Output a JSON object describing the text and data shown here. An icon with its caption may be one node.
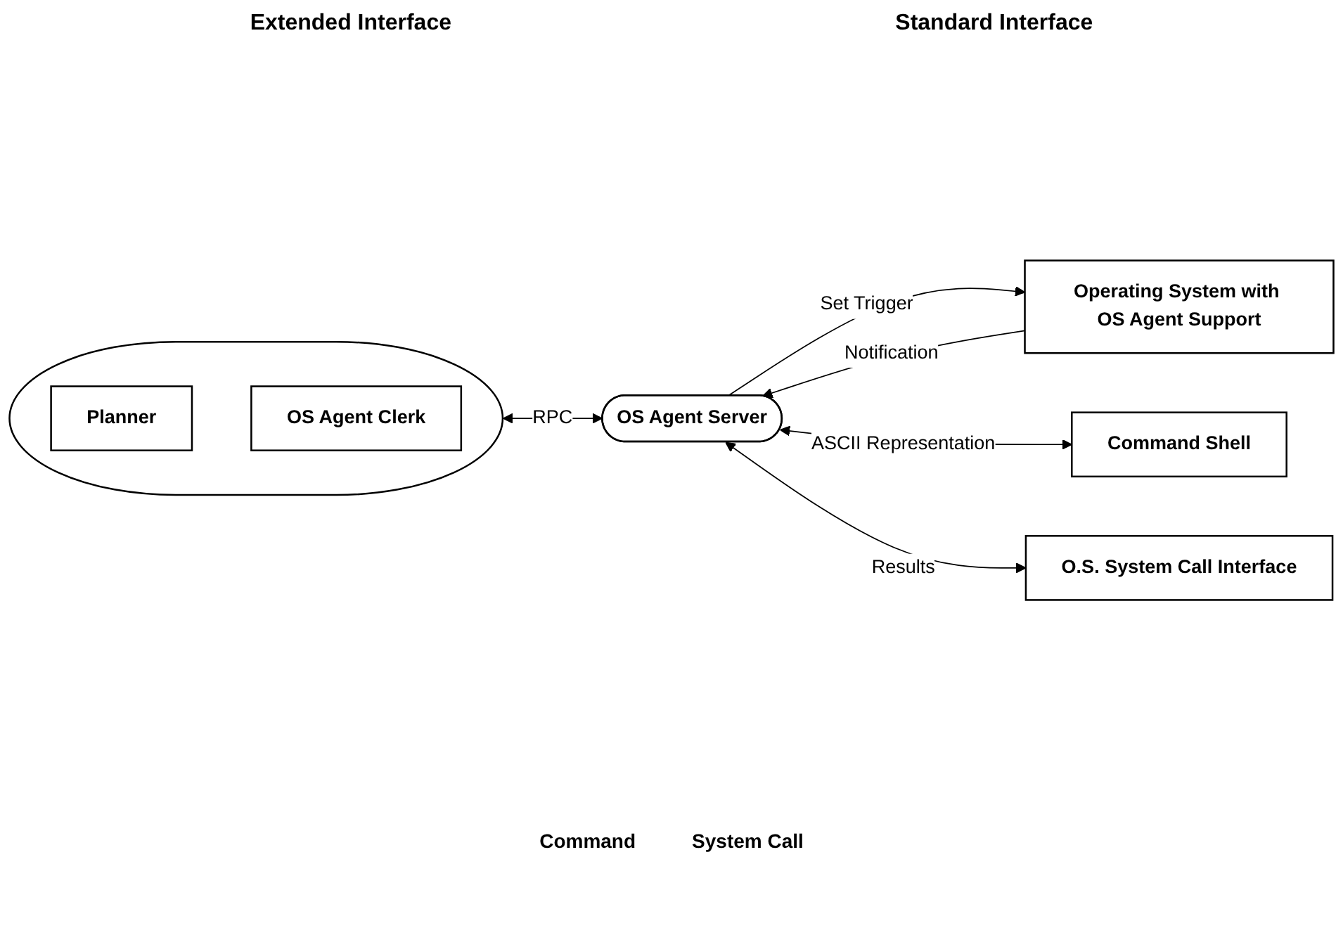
{
  "diagram": {
    "nodes": [
      {
        "text": [],
        "shape": "ellipse"
      },
      {
        "text": [
          "Planner"
        ],
        "in": 0
      },
      {
        "text": [
          "OS Agent Clerk"
        ],
        "in": 0
      },
      {
        "text": [
          "Operating System with OS Agent Support"
        ]
      },
      {
        "text": [
          "OS Agent Server"
        ]
      },
      {
        "text": [
          "Command Shell"
        ]
      },
      {
        "text": [
          "O.S. System Call Interface"
        ]
      }
    ],
    "edges": [
      {
        "from": 0,
        "to": 4,
        "arrow": "both",
        "label": "RPC"
      },
      {
        "from": 4,
        "to": 3,
        "arrow": "to",
        "label": "Set Trigger"
      },
      {
        "from": 3,
        "to": 4,
        "arrow": "to",
        "label": "Notification"
      },
      {
        "from": 4,
        "to": 5,
        "arrow": "both",
        "label": "ASCII Representation"
      },
      {
        "from": 4,
        "to": 6,
        "arrow": "both",
        "label": "Results"
      }
    ],
    "labels": [
      "Extended Interface",
      "Standard Interface",
      "Command",
      "System Call"
    ]
  }
}
